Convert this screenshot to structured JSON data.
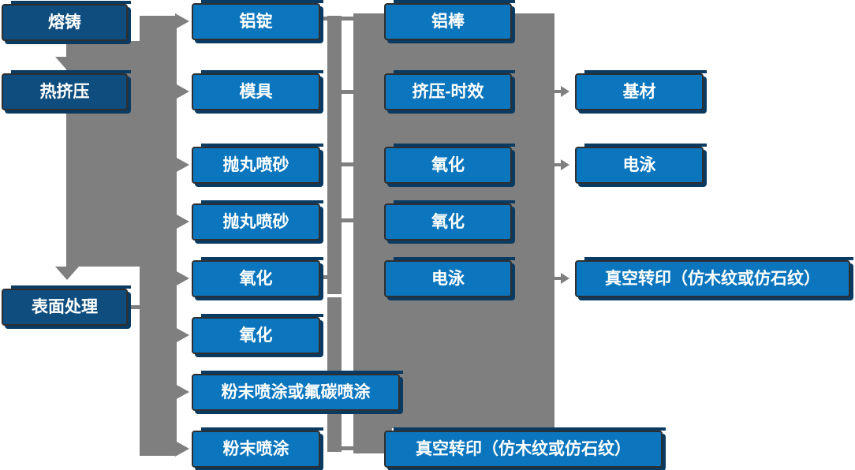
{
  "palette": {
    "box_blue": "#0b76be",
    "box_dark_blue": "#0e4d7d",
    "box_shadow_navy": "#093a62",
    "box_border": "#2f2f2f",
    "connector_gray": "#7f7f7f",
    "label_text": "#ffffff",
    "background": "#ffffff"
  },
  "flowchart": {
    "stage_column": {
      "items": [
        {
          "label": "熔铸"
        },
        {
          "label": "热挤压"
        },
        {
          "label": "表面处理"
        }
      ]
    },
    "process_column": {
      "items": [
        {
          "label": "铝锭"
        },
        {
          "label": "模具"
        },
        {
          "label": "抛丸喷砂"
        },
        {
          "label": "抛丸喷砂"
        },
        {
          "label": "氧化"
        },
        {
          "label": "氧化"
        },
        {
          "label": "粉末喷涂或氟碳喷涂"
        },
        {
          "label": "粉末喷涂"
        }
      ]
    },
    "middle_column": {
      "items": [
        {
          "label": "铝棒"
        },
        {
          "label": "挤压-时效"
        },
        {
          "label": "氧化"
        },
        {
          "label": "氧化"
        },
        {
          "label": "电泳"
        },
        {
          "label": "真空转印（仿木纹或仿石纹）"
        }
      ]
    },
    "output_column": {
      "items": [
        {
          "label": "基材"
        },
        {
          "label": "电泳"
        },
        {
          "label": "真空转印（仿木纹或仿石纹）"
        }
      ]
    }
  }
}
